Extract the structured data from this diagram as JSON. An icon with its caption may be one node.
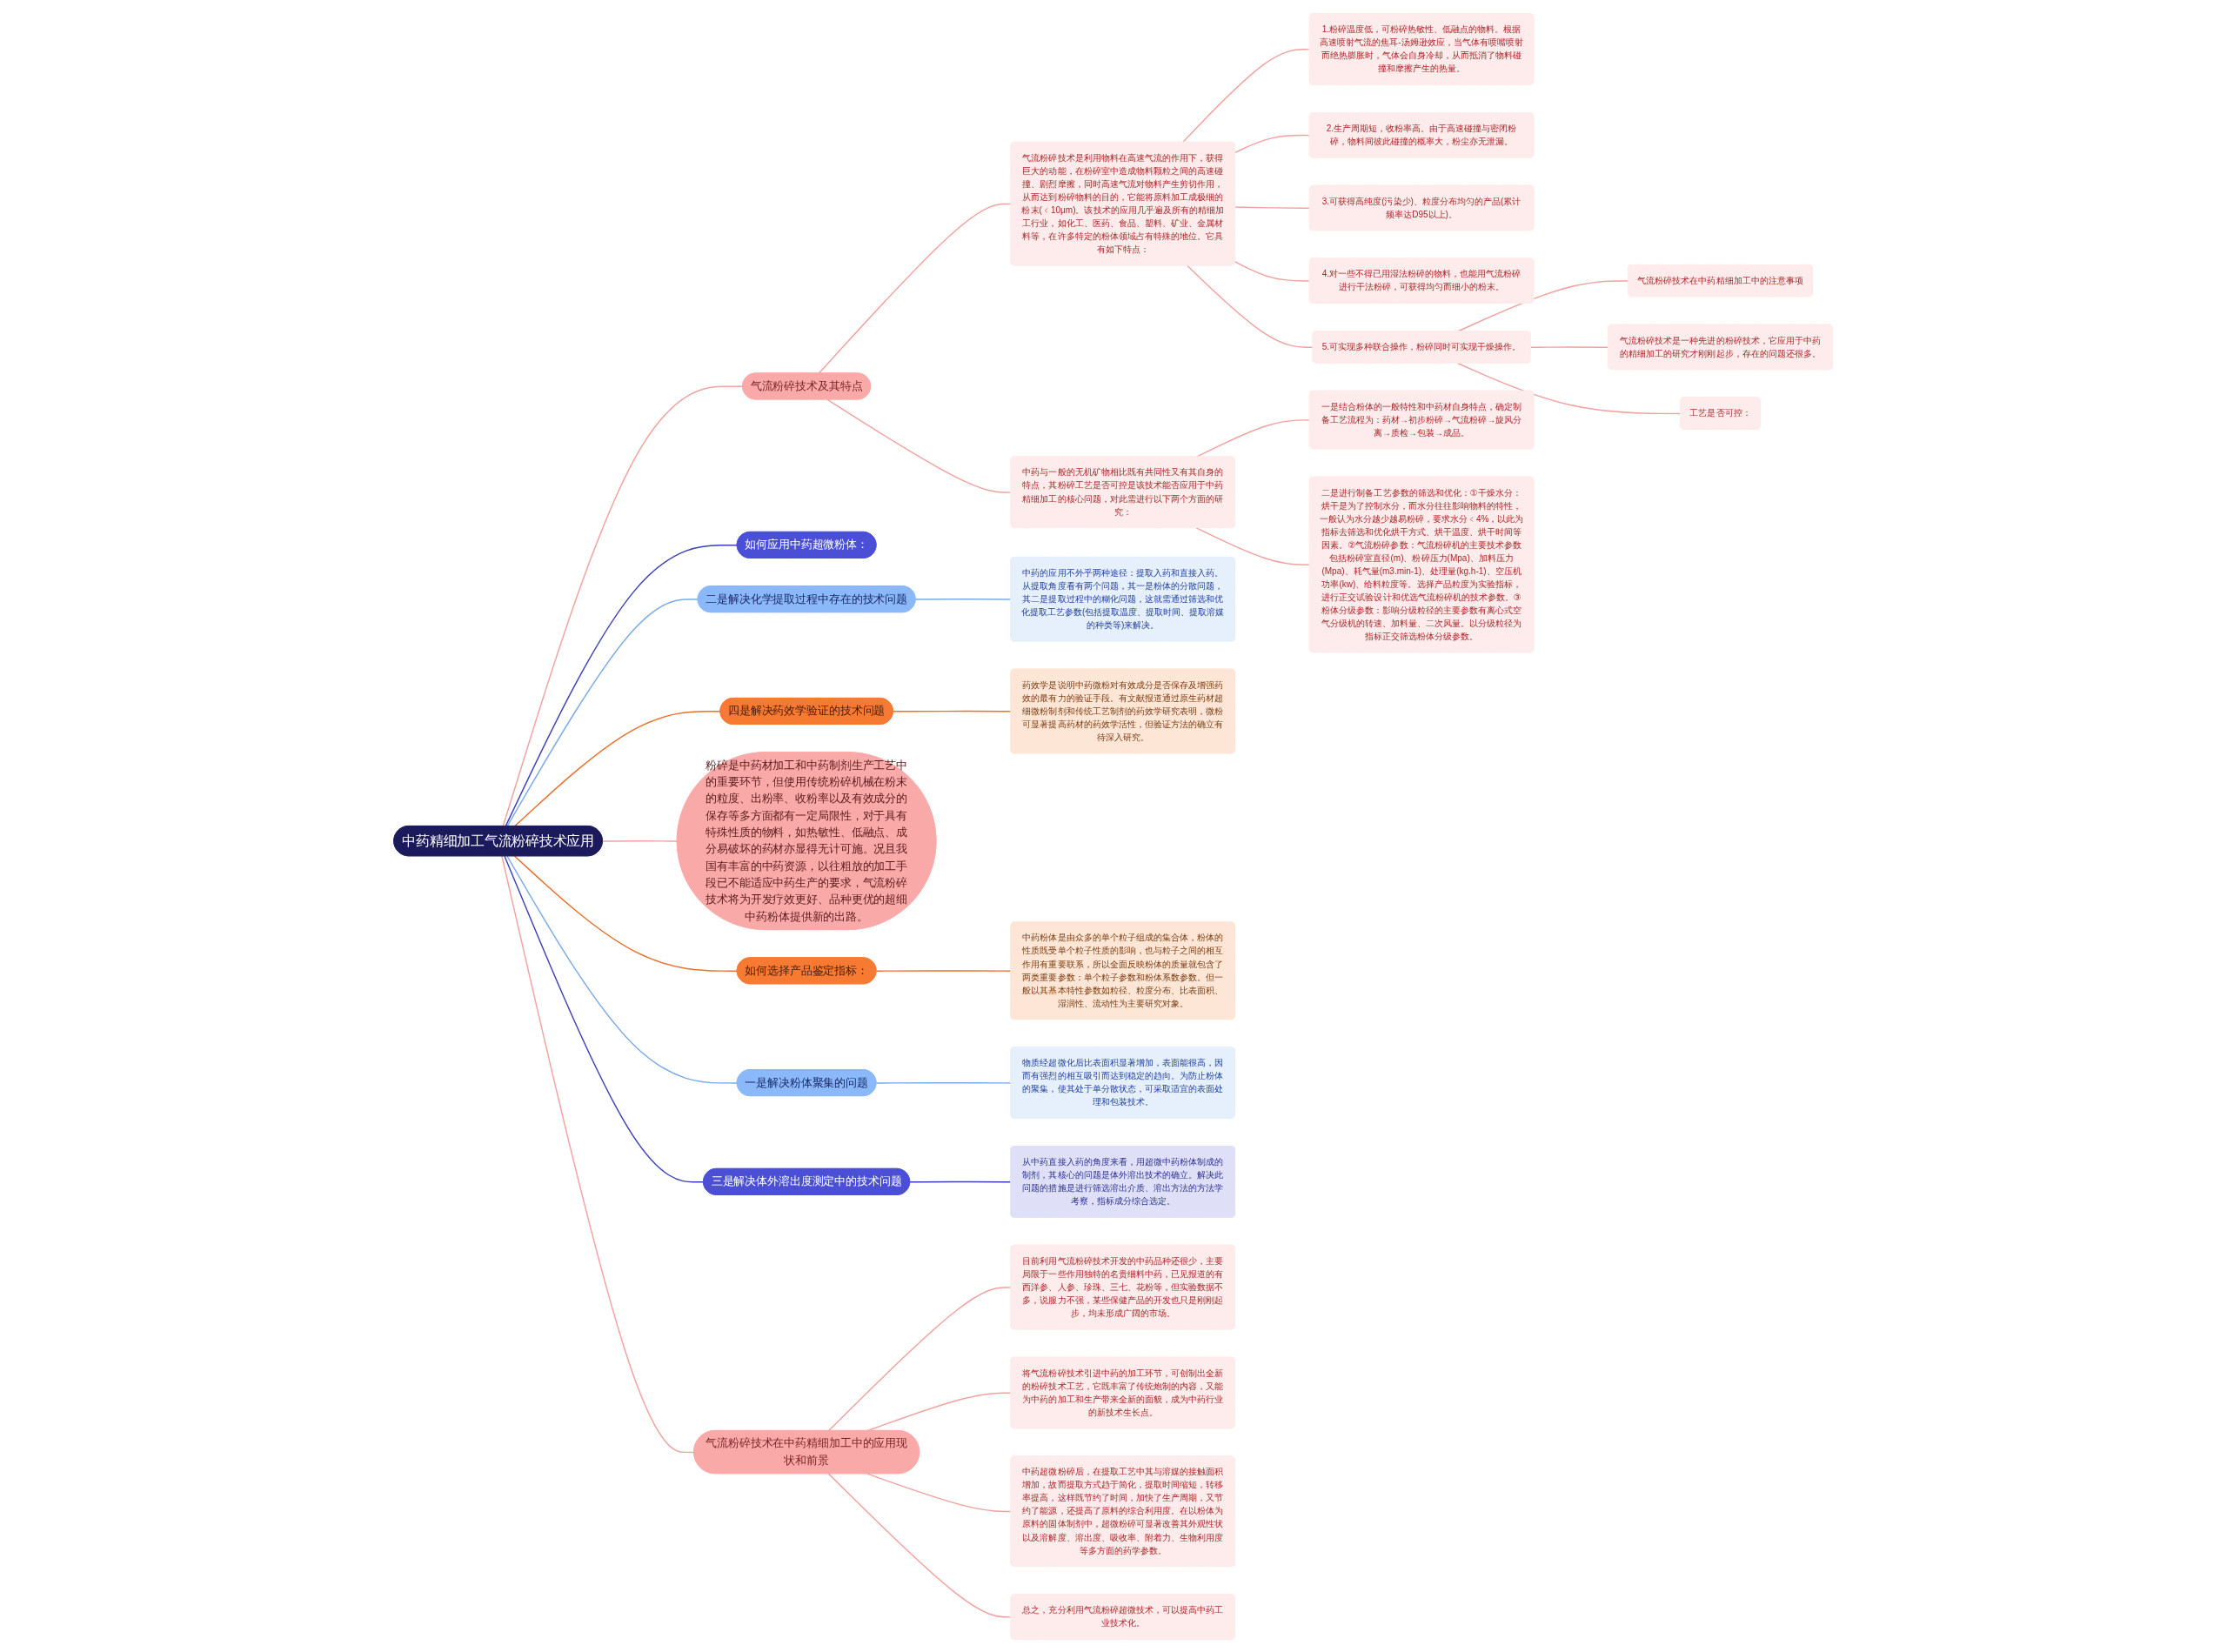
{
  "diagram": {
    "nodes": [
      {
        "text": [
          "中药精细加工气流粉碎技术应用"
        ]
      },
      {
        "text": [
          "气流粉碎技术及其特点"
        ]
      },
      {
        "text": [
          "气流粉碎技术是利用物料在高速气流的作用下，获得巨大的动能，在粉碎室中造成物料颗粒之间的高速碰撞、剧烈摩擦，同时高速气流对物料产生剪切作用，从而达到粉碎物料的目的，它能将原料加工成极细的粉末(﹤10μm)。该技术的应用几乎遍及所有的精细加工行业，如化工、医药、食品、塑料、矿业、金属材料等，在许多特定的粉体领域占有特殊的地位。它具有如下特点："
        ]
      },
      {
        "text": [
          "1.粉碎温度低，可粉碎热敏性、低融点的物料。根据高速喷射气流的焦耳-汤姆逊效应，当气体有喷嘴喷射而绝热膨胀时，气体会自身冷却，从而抵消了物料碰撞和摩擦产生的热量。"
        ]
      },
      {
        "text": [
          "2.生产周期短，收粉率高。由于高速碰撞与密闭粉碎，物料间彼此碰撞的概率大，粉尘亦无泄漏。"
        ]
      },
      {
        "text": [
          "3.可获得高纯度(污染少)、粒度分布均匀的产品(累计频率达D95以上)。"
        ]
      },
      {
        "text": [
          "4.对一些不得已用湿法粉碎的物料，也能用气流粉碎进行干法粉碎，可获得均匀而细小的粉末。"
        ]
      },
      {
        "text": [
          "5.可实现多种联合操作，粉碎同时可实现干燥操作。"
        ]
      },
      {
        "text": [
          "气流粉碎技术在中药精细加工中的注意事项"
        ]
      },
      {
        "text": [
          "气流粉碎技术是一种先进的粉碎技术，它应用于中药的精细加工的研究才刚刚起步，存在的问题还很多。"
        ]
      },
      {
        "text": [
          "工艺是否可控："
        ]
      },
      {
        "text": [
          "中药与一般的无机矿物相比既有共同性又有其自身的特点，其粉碎工艺是否可控是该技术能否应用于中药精细加工的核心问题，对此需进行以下两个方面的研究："
        ]
      },
      {
        "text": [
          "一是结合粉体的一般特性和中药材自身特点，确定制备工艺流程为：药材→初步粉碎→气流粉碎→旋风分离→质检→包装→成品。"
        ]
      },
      {
        "text": [
          "二是进行制备工艺参数的筛选和优化：①干燥水分：烘干是为了控制水分，而水分往往影响物料的特性，一般认为水分越少越易粉碎，要求水分﹤4%，以此为指标去筛选和优化烘干方式、烘干温度、烘干时间等因素。②气流粉碎参数：气流粉碎机的主要技术参数包括粉碎室直径(m)、粉碎压力(Mpa)、加料压力(Mpa)、耗气量(m3.min-1)、处理量(kg.h-1)、空压机功率(kw)、给料粒度等。选择产品粒度为实验指标，进行正交试验设计和优选气流粉碎机的技术参数。③粉体分级参数：影响分级粒径的主要参数有离心式空气分级机的转速、加料量、二次风量。以分级粒径为指标正交筛选粉体分级参数。"
        ]
      },
      {
        "text": [
          "如何应用中药超微粉体："
        ]
      },
      {
        "text": [
          "二是解决化学提取过程中存在的技术问题"
        ]
      },
      {
        "text": [
          "中药的应用不外乎两种途径：提取入药和直接入药。从提取角度看有两个问题，其一是粉体的分散问题，其二是提取过程中的糊化问题，这就需通过筛选和优化提取工艺参数(包括提取温度、提取时间、提取溶媒的种类等)来解决。"
        ]
      },
      {
        "text": [
          "四是解决药效学验证的技术问题"
        ]
      },
      {
        "text": [
          "药效学是说明中药微粉对有效成分是否保存及增强药效的最有力的验证手段。有文献报道通过原生药材超细微粉制剂和传统工艺制剂的药效学研究表明，微粉可显著提高药材的药效学活性，但验证方法的确立有待深入研究。"
        ]
      },
      {
        "text": [
          "粉碎是中药材加工和中药制剂生产工艺中的重要环节，但使用传统粉碎机械在粉末的粒度、出粉率、收粉率以及有效成分的保存等多方面都有一定局限性，对于具有特殊性质的物料，如热敏性、低融点、成分易破坏的药材亦显得无计可施。况且我国有丰富的中药资源，以往粗放的加工手段已不能适应中药生产的要求，气流粉碎技术将为开发疗效更好、品种更优的超细中药粉体提供新的出路。"
        ]
      },
      {
        "text": [
          "如何选择产品鉴定指标："
        ]
      },
      {
        "text": [
          "中药粉体是由众多的单个粒子组成的集合体，粉体的性质既受单个粒子性质的影响，也与粒子之间的相互作用有重要联系，所以全面反映粉体的质量就包含了两类重要参数：单个粒子参数和粉体系数参数。但一般以其基本特性参数如粒径、粒度分布、比表面积、湿润性、流动性为主要研究对象。"
        ]
      },
      {
        "text": [
          "一是解决粉体聚集的问题"
        ]
      },
      {
        "text": [
          "物质经超微化后比表面积显著增加，表面能很高，因而有强烈的相互吸引而达到稳定的趋向。为防止粉体的聚集，使其处于单分散状态，可采取适宜的表面处理和包装技术。"
        ]
      },
      {
        "text": [
          "三是解决体外溶出度测定中的技术问题"
        ]
      },
      {
        "text": [
          "从中药直接入药的角度来看，用超微中药粉体制成的制剂，其核心的问题是体外溶出技术的确立。解决此问题的措施是进行筛选溶出介质、溶出方法的方法学考察，指标成分综合选定。"
        ]
      },
      {
        "text": [
          "气流粉碎技术在中药精细加工中的应用现状和前景"
        ]
      },
      {
        "text": [
          "目前利用气流粉碎技术开发的中药品种还很少，主要局限于一些作用独特的名贵细料中药，已见报道的有西洋参、人参、珍珠、三七、花粉等，但实验数据不多，说服力不强，某些保健产品的开发也只是刚刚起步，均未形成广阔的市场。"
        ]
      },
      {
        "text": [
          "将气流粉碎技术引进中药的加工环节，可创制出全新的粉碎技术工艺，它既丰富了传统炮制的内容，又能为中药的加工和生产带来全新的面貌，成为中药行业的新技术生长点。"
        ]
      },
      {
        "text": [
          "中药超微粉碎后，在提取工艺中其与溶媒的接触面积增加，故而提取方式趋于简化，提取时间缩短，转移率提高，这样既节约了时间，加快了生产周期，又节约了能源，还提高了原料的综合利用度。在以粉体为原料的固体制剂中，超微粉碎可显著改善其外观性状以及溶解度、溶出度、吸收率、附着力、生物利用度等多方面的药学参数。"
        ]
      },
      {
        "text": [
          "总之，充分利用气流粉碎超微技术，可以提高中药工业技术化。"
        ]
      }
    ],
    "edges": [
      {
        "from": 0,
        "to": 1,
        "arrow": "none"
      },
      {
        "from": 1,
        "to": 2,
        "arrow": "none"
      },
      {
        "from": 2,
        "to": 3,
        "arrow": "none"
      },
      {
        "from": 2,
        "to": 4,
        "arrow": "none"
      },
      {
        "from": 2,
        "to": 5,
        "arrow": "none"
      },
      {
        "from": 2,
        "to": 6,
        "arrow": "none"
      },
      {
        "from": 2,
        "to": 7,
        "arrow": "none"
      },
      {
        "from": 7,
        "to": 8,
        "arrow": "none"
      },
      {
        "from": 7,
        "to": 9,
        "arrow": "none"
      },
      {
        "from": 7,
        "to": 10,
        "arrow": "none"
      },
      {
        "from": 1,
        "to": 11,
        "arrow": "none"
      },
      {
        "from": 11,
        "to": 12,
        "arrow": "none"
      },
      {
        "from": 11,
        "to": 13,
        "arrow": "none"
      },
      {
        "from": 0,
        "to": 14,
        "arrow": "none",
        "color": "#3a40b8"
      },
      {
        "from": 0,
        "to": 15,
        "arrow": "none",
        "color": "#7aaae8"
      },
      {
        "from": 15,
        "to": 16,
        "arrow": "none",
        "color": "#7aaae8"
      },
      {
        "from": 0,
        "to": 17,
        "arrow": "none",
        "color": "#e8702a"
      },
      {
        "from": 17,
        "to": 18,
        "arrow": "none",
        "color": "#e8702a"
      },
      {
        "from": 0,
        "to": 19,
        "arrow": "none"
      },
      {
        "from": 0,
        "to": 20,
        "arrow": "none",
        "color": "#e8702a"
      },
      {
        "from": 20,
        "to": 21,
        "arrow": "none",
        "color": "#e8702a"
      },
      {
        "from": 0,
        "to": 22,
        "arrow": "none",
        "color": "#7aaae8"
      },
      {
        "from": 22,
        "to": 23,
        "arrow": "none",
        "color": "#7aaae8"
      },
      {
        "from": 0,
        "to": 24,
        "arrow": "none",
        "color": "#3a40b8"
      },
      {
        "from": 24,
        "to": 25,
        "arrow": "none",
        "color": "#3a40b8"
      },
      {
        "from": 0,
        "to": 26,
        "arrow": "none"
      },
      {
        "from": 26,
        "to": 27,
        "arrow": "none"
      },
      {
        "from": 26,
        "to": 28,
        "arrow": "none"
      },
      {
        "from": 26,
        "to": 29,
        "arrow": "none"
      },
      {
        "from": 26,
        "to": 30,
        "arrow": "none"
      }
    ]
  }
}
